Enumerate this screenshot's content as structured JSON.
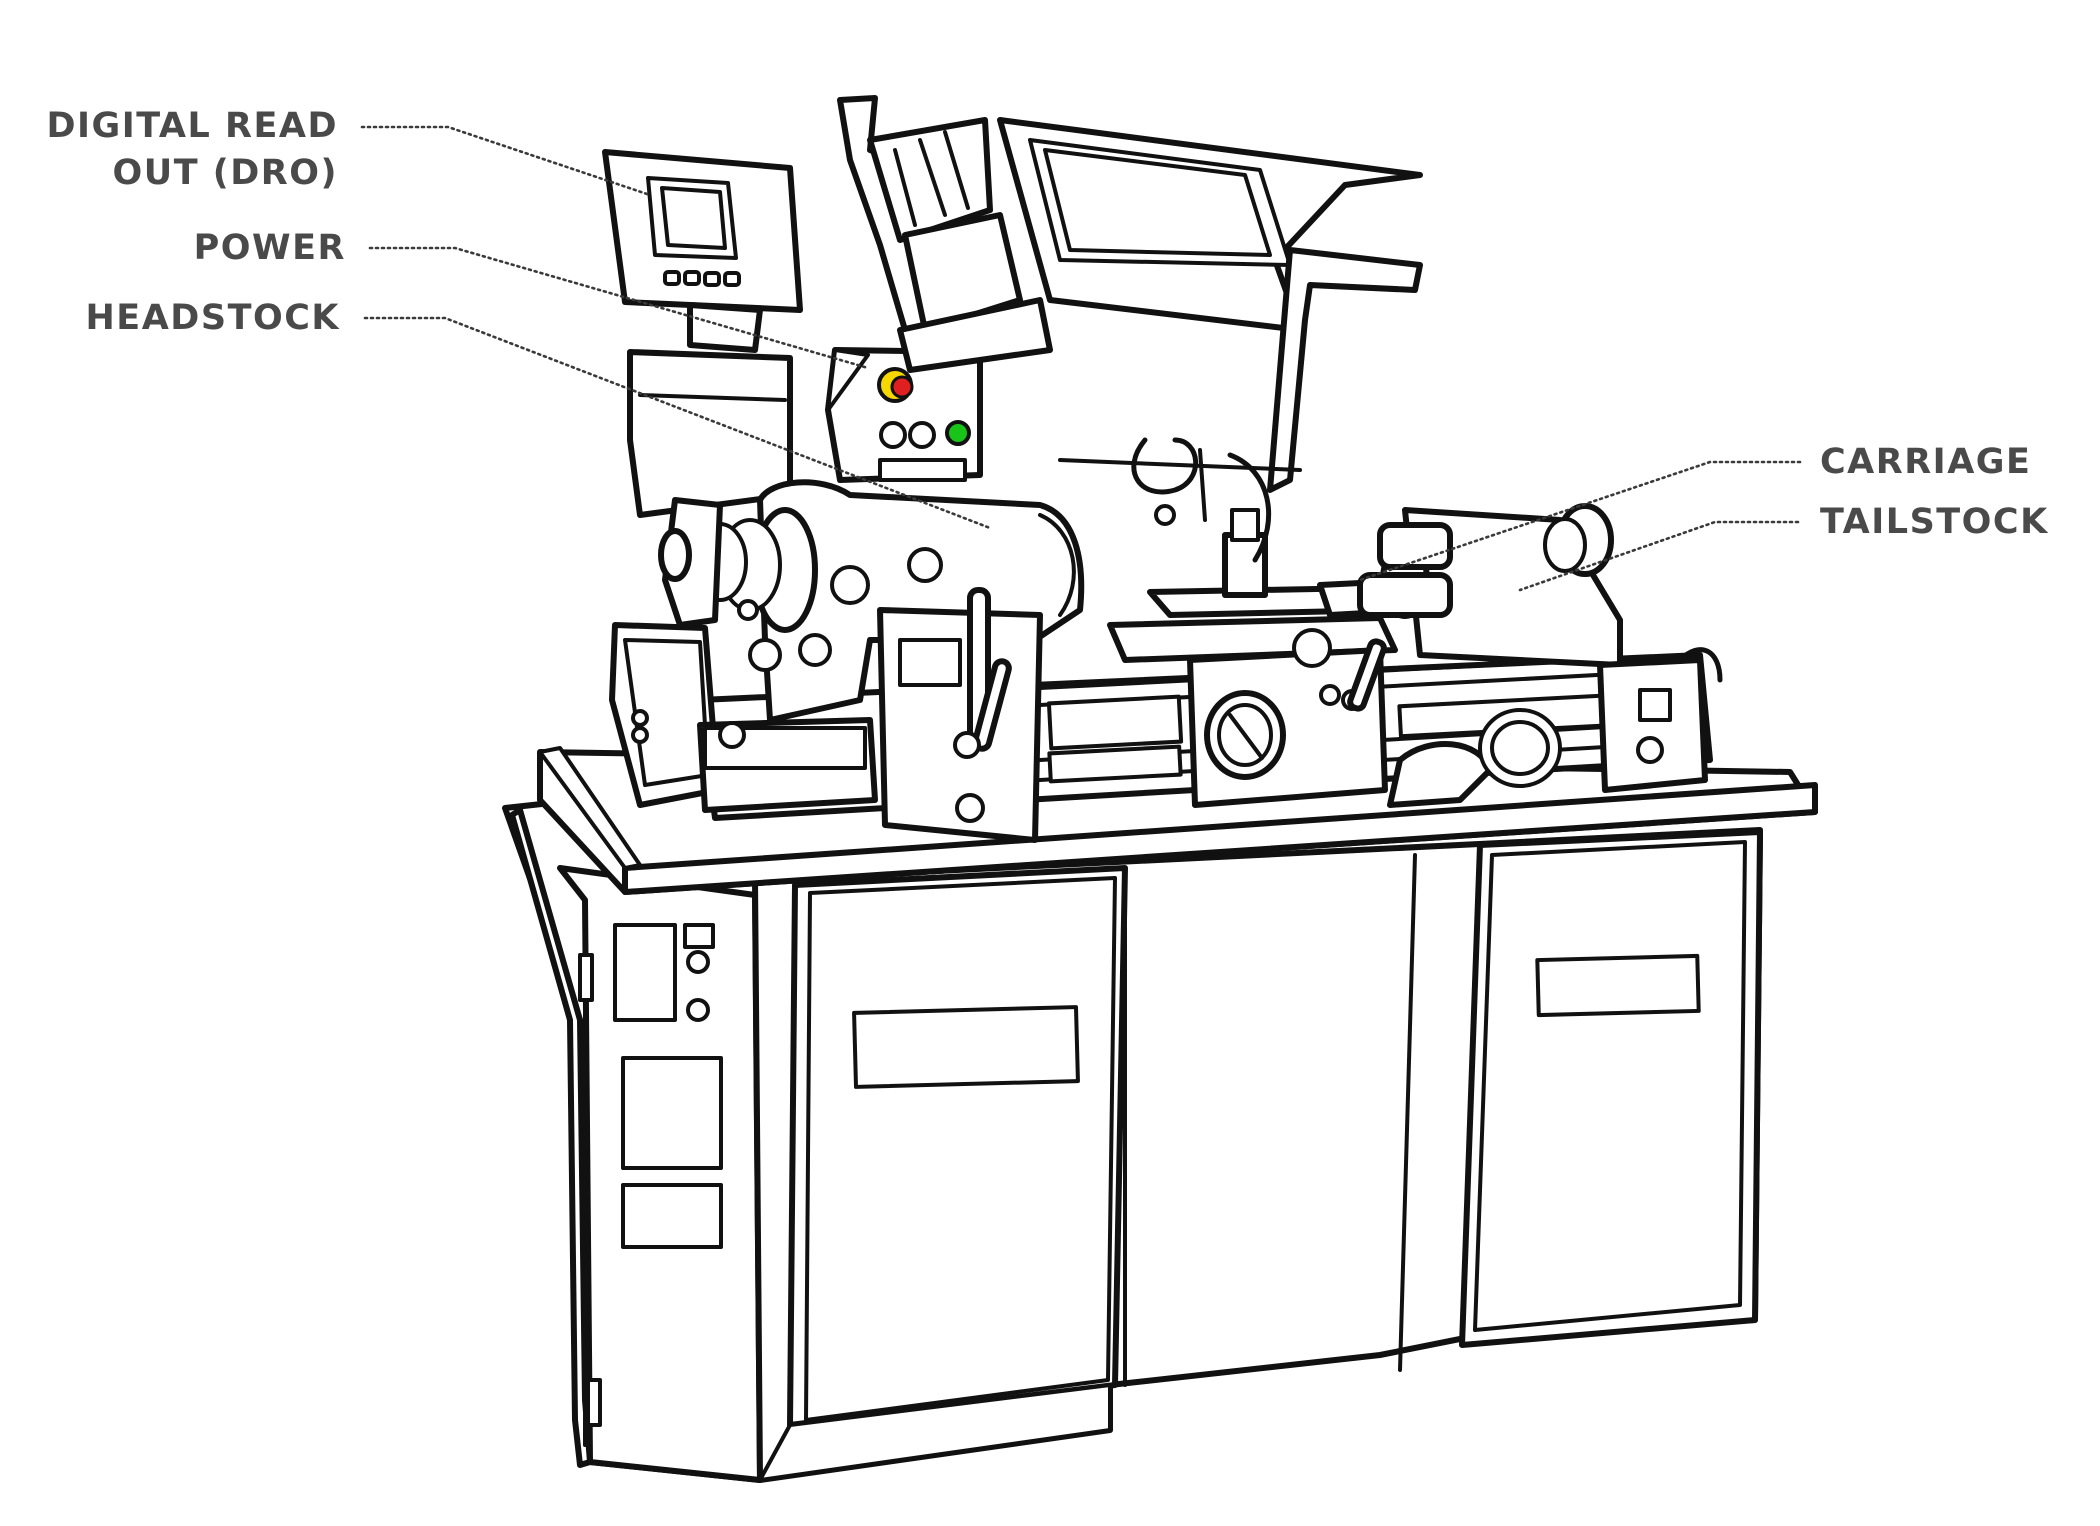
{
  "labels": {
    "dro_line1": "DIGITAL READ",
    "dro_line2": "OUT (DRO)",
    "power": "POWER",
    "headstock": "HEADSTOCK",
    "carriage": "CARRIAGE",
    "tailstock": "TAILSTOCK"
  },
  "colors": {
    "label_text": "#4a4a4a",
    "line_art": "#111111",
    "indicator_yellow": "#f5d800",
    "indicator_red": "#e02020",
    "indicator_green": "#19c419",
    "background": "#ffffff"
  }
}
